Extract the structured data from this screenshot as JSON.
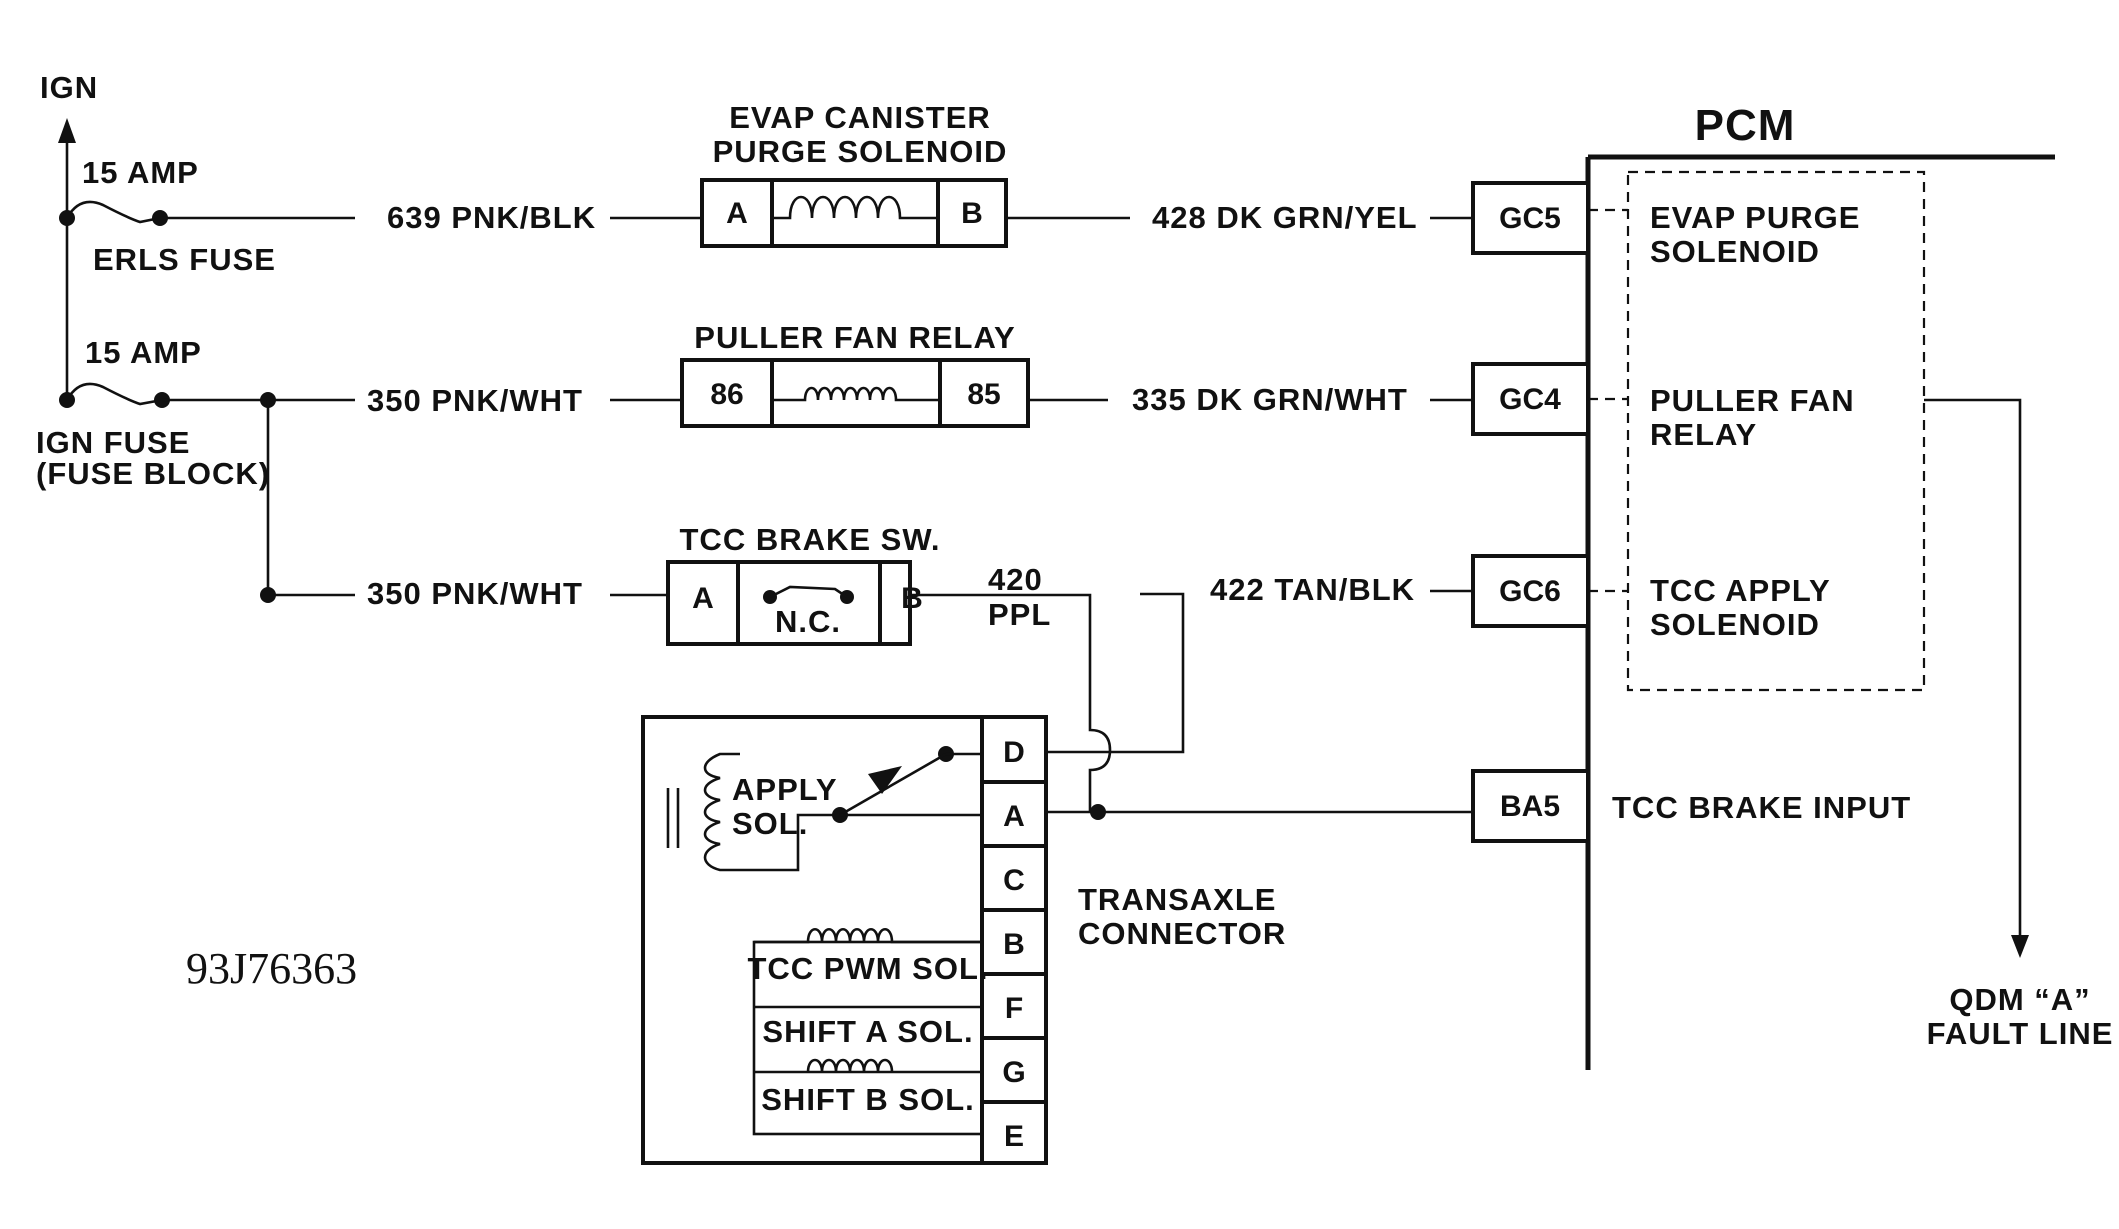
{
  "power": {
    "ign": "IGN",
    "fuse1_amp": "15 AMP",
    "fuse1_name": "ERLS FUSE",
    "fuse2_amp": "15 AMP",
    "fuse2_name_1": "IGN FUSE",
    "fuse2_name_2": "(FUSE BLOCK)"
  },
  "wires": {
    "w639": "639 PNK/BLK",
    "w350a": "350 PNK/WHT",
    "w350b": "350 PNK/WHT",
    "w428": "428 DK GRN/YEL",
    "w335": "335 DK GRN/WHT",
    "w422": "422 TAN/BLK",
    "w420_num": "420",
    "w420_color": "PPL"
  },
  "components": {
    "evap_title_1": "EVAP CANISTER",
    "evap_title_2": "PURGE SOLENOID",
    "evap_pin_a": "A",
    "evap_pin_b": "B",
    "relay_title": "PULLER FAN RELAY",
    "relay_pin_86": "86",
    "relay_pin_85": "85",
    "tcc_title": "TCC BRAKE SW.",
    "tcc_pin_a": "A",
    "tcc_pin_b": "B",
    "tcc_nc": "N.C."
  },
  "pcm": {
    "title": "PCM",
    "gc5": "GC5",
    "gc4": "GC4",
    "gc6": "GC6",
    "ba5": "BA5",
    "evap_1": "EVAP PURGE",
    "evap_2": "SOLENOID",
    "fan_1": "PULLER FAN",
    "fan_2": "RELAY",
    "tcc_1": "TCC APPLY",
    "tcc_2": "SOLENOID",
    "brake_input": "TCC BRAKE INPUT",
    "qdm_1": "QDM “A”",
    "qdm_2": "FAULT LINE"
  },
  "transaxle": {
    "apply_1": "APPLY",
    "apply_2": "SOL.",
    "tcc_pwm": "TCC PWM SOL.",
    "shift_a": "SHIFT A SOL.",
    "shift_b": "SHIFT B SOL.",
    "pins": [
      "D",
      "A",
      "C",
      "B",
      "F",
      "G",
      "E"
    ],
    "label_1": "TRANSAXLE",
    "label_2": "CONNECTOR"
  },
  "figure_id": "93J76363"
}
